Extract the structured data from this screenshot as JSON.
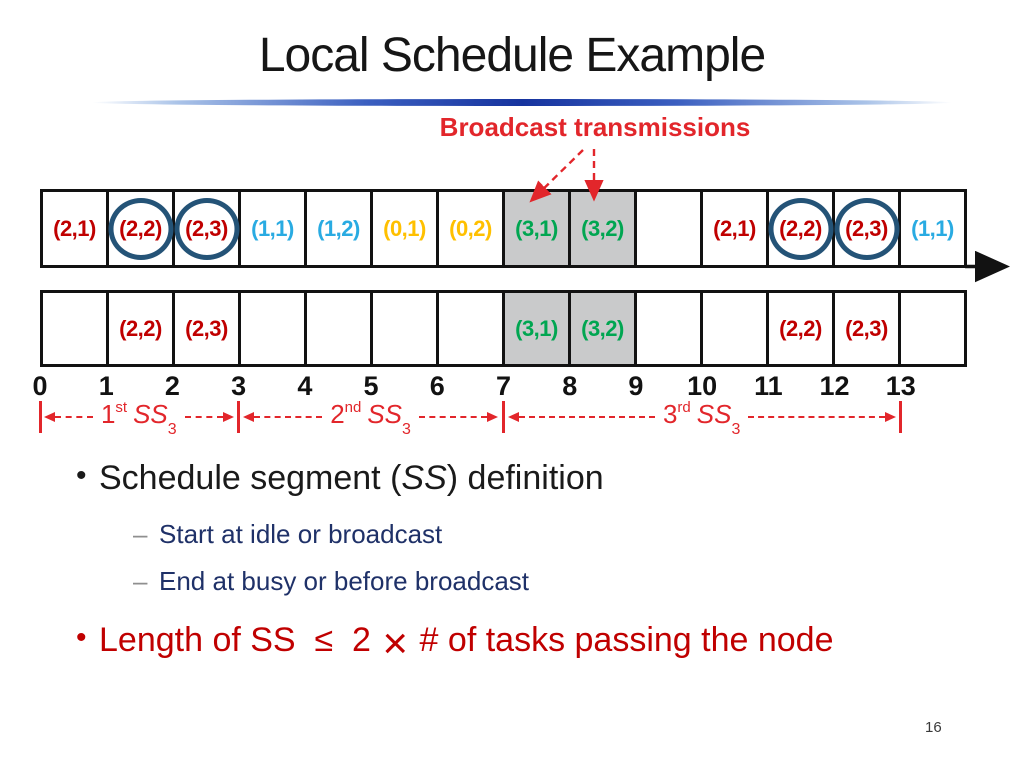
{
  "palette": {
    "red": "#C00000",
    "blue": "#29ABE2",
    "yellow": "#FFC000",
    "green": "#00A651",
    "circle": "#245377",
    "gray_fill": "#C9CACB",
    "annotation_red": "#E2262B",
    "navy_text": "#1F3168",
    "black": "#121212"
  },
  "title": "Local Schedule Example",
  "broadcast_label": "Broadcast transmissions",
  "timeline": {
    "row1": [
      {
        "label": "(2,1)",
        "c": "red"
      },
      {
        "label": "(2,2)",
        "c": "red",
        "circled": true
      },
      {
        "label": "(2,3)",
        "c": "red",
        "circled": true
      },
      {
        "label": "(1,1)",
        "c": "blue"
      },
      {
        "label": "(1,2)",
        "c": "blue"
      },
      {
        "label": "(0,1)",
        "c": "yellow"
      },
      {
        "label": "(0,2)",
        "c": "yellow"
      },
      {
        "label": "(3,1)",
        "c": "green",
        "gray": true
      },
      {
        "label": "(3,2)",
        "c": "green",
        "gray": true
      },
      {
        "label": ""
      },
      {
        "label": "(2,1)",
        "c": "red"
      },
      {
        "label": "(2,2)",
        "c": "red",
        "circled": true
      },
      {
        "label": "(2,3)",
        "c": "red",
        "circled": true
      },
      {
        "label": "(1,1)",
        "c": "blue"
      }
    ],
    "row2": [
      {
        "label": ""
      },
      {
        "label": "(2,2)",
        "c": "red"
      },
      {
        "label": "(2,3)",
        "c": "red"
      },
      {
        "label": ""
      },
      {
        "label": ""
      },
      {
        "label": ""
      },
      {
        "label": ""
      },
      {
        "label": "(3,1)",
        "c": "green",
        "gray": true
      },
      {
        "label": "(3,2)",
        "c": "green",
        "gray": true
      },
      {
        "label": ""
      },
      {
        "label": ""
      },
      {
        "label": "(2,2)",
        "c": "red"
      },
      {
        "label": "(2,3)",
        "c": "red"
      },
      {
        "label": ""
      }
    ],
    "ticks": [
      "0",
      "1",
      "2",
      "3",
      "4",
      "5",
      "6",
      "7",
      "8",
      "9",
      "10",
      "11",
      "12",
      "13"
    ],
    "segments": [
      {
        "ord": "1",
        "sup": "st",
        "name": "SS",
        "sub": "3",
        "from": 0,
        "to": 3
      },
      {
        "ord": "2",
        "sup": "nd",
        "name": "SS",
        "sub": "3",
        "from": 3,
        "to": 7
      },
      {
        "ord": "3",
        "sup": "rd",
        "name": "SS",
        "sub": "3",
        "from": 7,
        "to": 13
      }
    ]
  },
  "bullets": {
    "b1": {
      "marker": "•",
      "pre": "Schedule segment (",
      "italic": "SS",
      "post": ") definition"
    },
    "sub1": {
      "marker": "–",
      "text": "Start at idle or broadcast"
    },
    "sub2": {
      "marker": "–",
      "text": "End at busy or before broadcast"
    },
    "b2": {
      "marker": "•",
      "pre": "Length of SS  ≤  2 ",
      "times": "×",
      "post": " # of tasks passing the node"
    }
  },
  "page_number": "16"
}
